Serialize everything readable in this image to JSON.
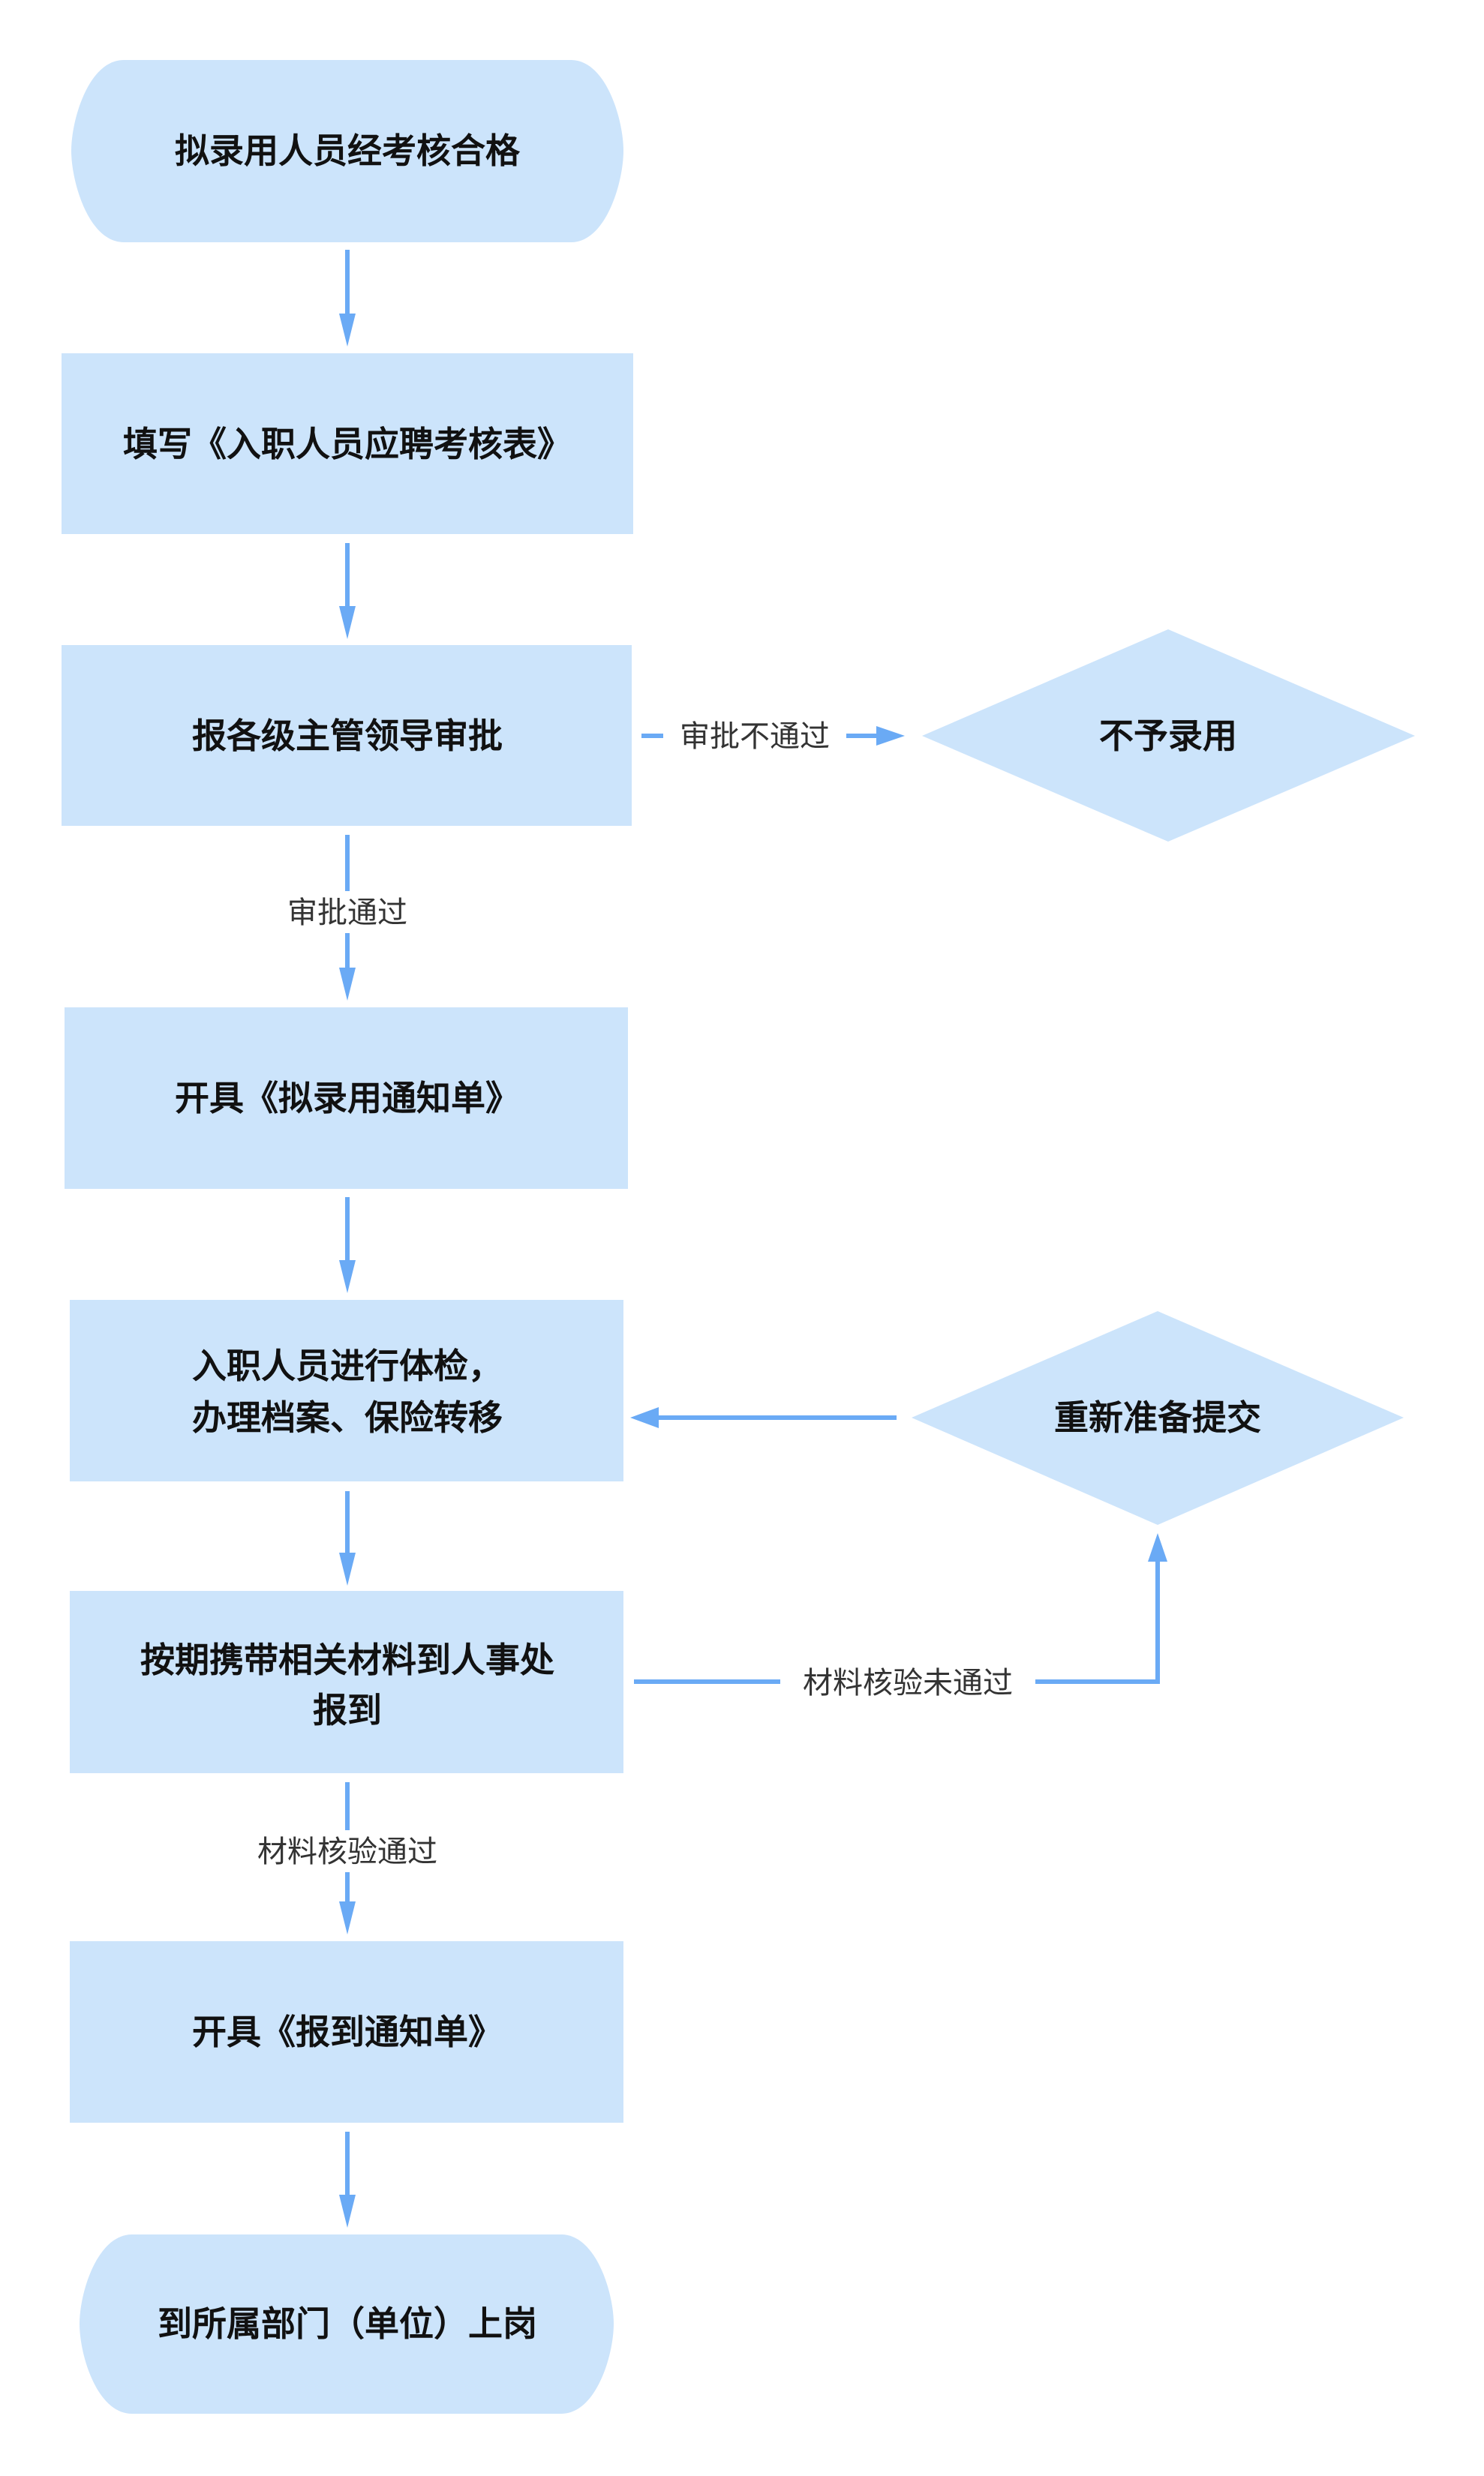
{
  "diagram": {
    "type": "flowchart",
    "colors": {
      "node_fill": "#cce4fb",
      "edge": "#6aaaf5",
      "text": "#111111"
    },
    "nodes": [
      {
        "id": "n1",
        "shape": "terminal",
        "lines": [
          "拟录用人员经考核合格"
        ]
      },
      {
        "id": "n2",
        "shape": "process",
        "lines": [
          "填写《入职人员应聘考核表》"
        ]
      },
      {
        "id": "n3",
        "shape": "process",
        "lines": [
          "报各级主管领导审批"
        ]
      },
      {
        "id": "d1",
        "shape": "decision",
        "lines": [
          "不予录用"
        ]
      },
      {
        "id": "n4",
        "shape": "process",
        "lines": [
          "开具《拟录用通知单》"
        ]
      },
      {
        "id": "n5",
        "shape": "process",
        "lines": [
          "入职人员进行体检，",
          "办理档案、保险转移"
        ]
      },
      {
        "id": "d2",
        "shape": "decision",
        "lines": [
          "重新准备提交"
        ]
      },
      {
        "id": "n6",
        "shape": "process",
        "lines": [
          "按期携带相关材料到人事处",
          "报到"
        ]
      },
      {
        "id": "n7",
        "shape": "process",
        "lines": [
          "开具《报到通知单》"
        ]
      },
      {
        "id": "n8",
        "shape": "terminal",
        "lines": [
          "到所属部门（单位）上岗"
        ]
      }
    ],
    "edges": [
      {
        "from": "n1",
        "to": "n2",
        "label": ""
      },
      {
        "from": "n2",
        "to": "n3",
        "label": ""
      },
      {
        "from": "n3",
        "to": "d1",
        "label": "审批不通过"
      },
      {
        "from": "n3",
        "to": "n4",
        "label": "审批通过"
      },
      {
        "from": "n4",
        "to": "n5",
        "label": ""
      },
      {
        "from": "n5",
        "to": "n6",
        "label": ""
      },
      {
        "from": "n6",
        "to": "d2",
        "label": "材料核验未通过"
      },
      {
        "from": "d2",
        "to": "n5",
        "label": ""
      },
      {
        "from": "n6",
        "to": "n7",
        "label": "材料核验通过"
      },
      {
        "from": "n7",
        "to": "n8",
        "label": ""
      }
    ]
  }
}
